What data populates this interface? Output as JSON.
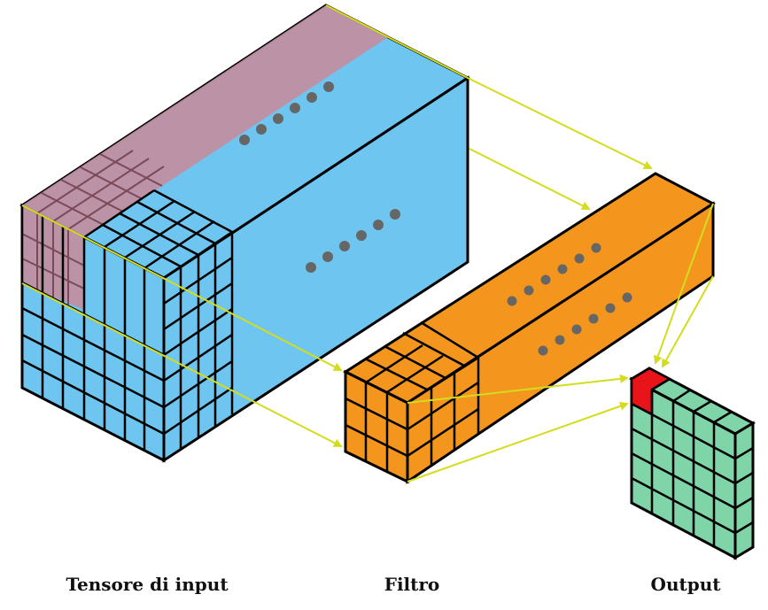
{
  "labels": {
    "input": "Tensore di input",
    "filter": "Filtro",
    "output": "Output"
  },
  "colors": {
    "input": "#6ec6f0",
    "receptive_field": "#c08fa1",
    "filter": "#f4961e",
    "output": "#7fd4a8",
    "output_highlight": "#e8141a",
    "arrows": "#d4dc1e",
    "dots": "#666666",
    "edges": "#000000"
  }
}
